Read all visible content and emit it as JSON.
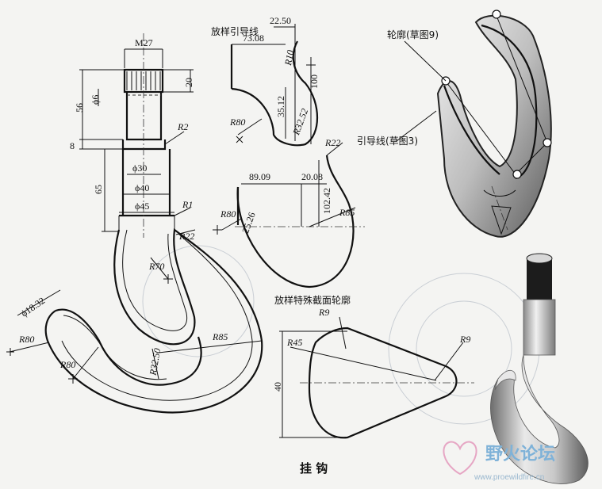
{
  "dims": {
    "m27": "M27",
    "d20": "20",
    "d56": "56",
    "phi6": "ϕ6",
    "r2": "R2",
    "d8": "8",
    "phi30": "ϕ30",
    "d65": "65",
    "phi40": "ϕ40",
    "phi45": "ϕ45",
    "r1": "R1",
    "r22a": "R22",
    "r70": "R70",
    "phi1832": "ϕ18.32",
    "r80a": "R80",
    "r80b": "R80",
    "r3250": "R32.50",
    "r85a": "R85",
    "g2250": "22.50",
    "g7308": "73.08",
    "r10": "R10",
    "g100": "100",
    "g3512": "35.12",
    "r80c": "R80",
    "r3252": "R32.52",
    "r22b": "R22",
    "g8909": "89.09",
    "g2008": "20.08",
    "g10242": "102.42",
    "r80d": "R80",
    "g2526": "25.26",
    "r85b": "R85",
    "r9a": "R9",
    "r45": "R45",
    "r9b": "R9",
    "s40": "40"
  },
  "labels": {
    "guide_curve": "放样引导线",
    "special_section": "放样特殊截面轮廓",
    "profile_sketch9": "轮廓(草图9)",
    "guide_sketch3": "引导线(草图3)",
    "caption": "挂 钩"
  },
  "watermark": {
    "name": "野火论坛",
    "url": "www.proewildfire.cn"
  },
  "colors": {
    "ink": "#111111",
    "paper": "#f4f4f2",
    "shade_light": "#e6e6e6",
    "shade_dark": "#6e6e6e",
    "watermark": "#7fb2d8"
  }
}
